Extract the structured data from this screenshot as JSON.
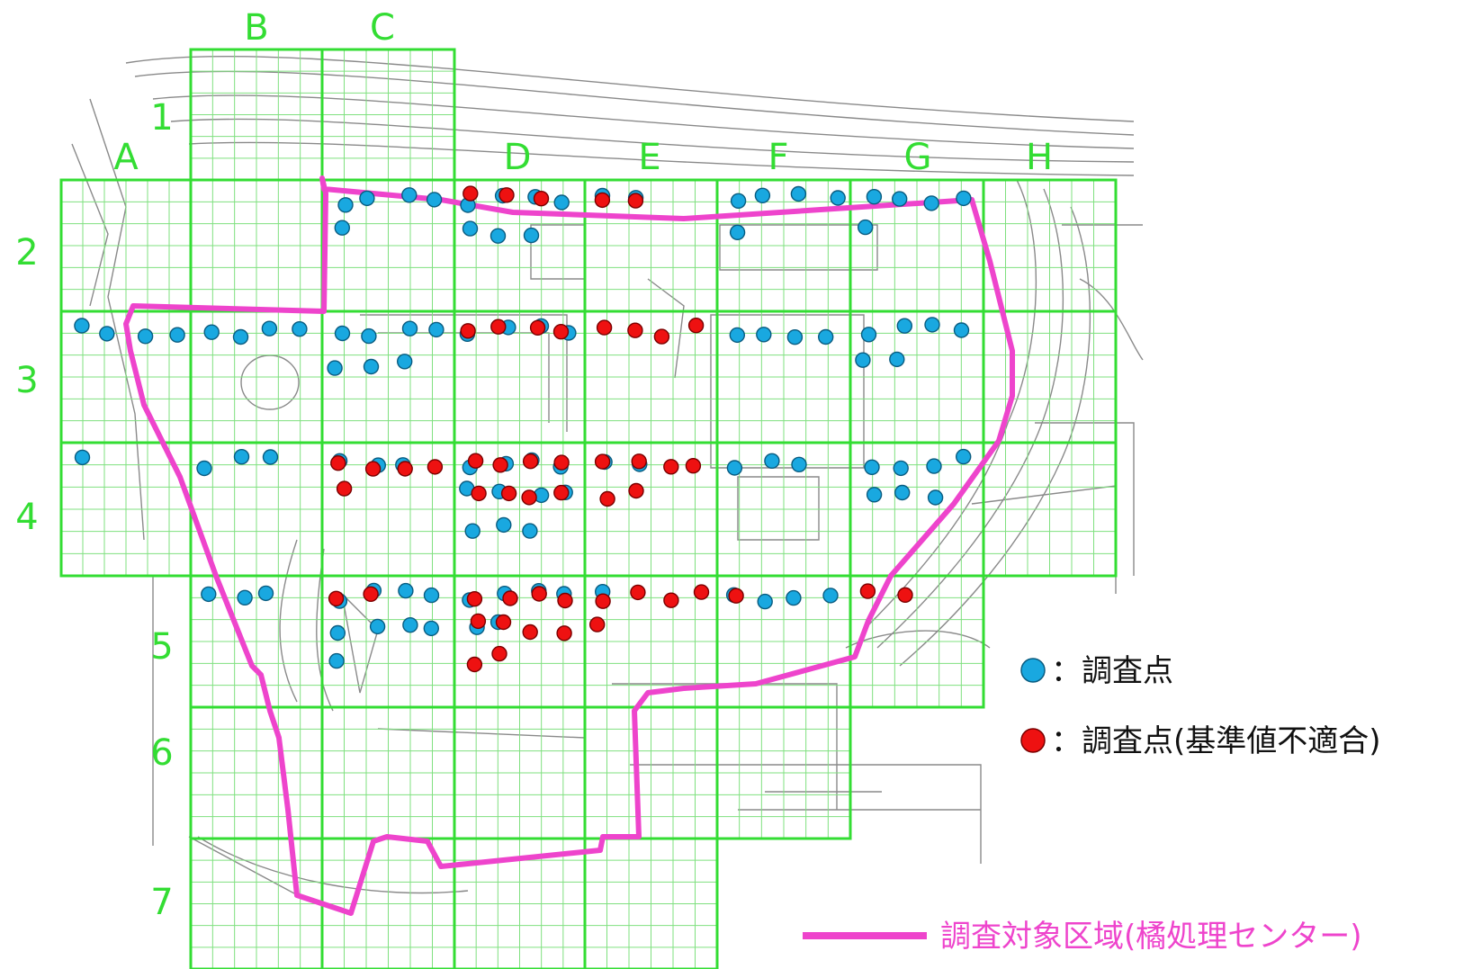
{
  "columns": [
    "A",
    "B",
    "C",
    "D",
    "E",
    "F",
    "G",
    "H"
  ],
  "rows": [
    "1",
    "2",
    "3",
    "4",
    "5",
    "6",
    "7"
  ],
  "legend": {
    "survey_point": "：調査点",
    "survey_point_noncompliant": "：調査点(基準値不適合)",
    "survey_area": "調査対象区域(橘処理センター)"
  },
  "colors": {
    "grid_major": "#33dd33",
    "grid_minor": "#7fe07f",
    "boundary": "#ee44cc",
    "survey_point": "#19a8e0",
    "noncompliant_point": "#ee1111",
    "basemap": "#8a8a8a"
  },
  "points": {
    "survey": [
      [
        "C",
        2
      ],
      [
        "C",
        2
      ],
      [
        "C",
        2
      ],
      [
        "C",
        2
      ],
      [
        "C",
        2
      ],
      [
        "D",
        2
      ],
      [
        "D",
        2
      ],
      [
        "D",
        2
      ],
      [
        "D",
        2
      ],
      [
        "D",
        2
      ],
      [
        "D",
        2
      ],
      [
        "D",
        2
      ],
      [
        "E",
        2
      ],
      [
        "E",
        2
      ],
      [
        "F",
        2
      ],
      [
        "F",
        2
      ],
      [
        "F",
        2
      ],
      [
        "F",
        2
      ],
      [
        "F",
        2
      ],
      [
        "G",
        2
      ],
      [
        "G",
        2
      ],
      [
        "G",
        2
      ],
      [
        "G",
        2
      ],
      [
        "G",
        2
      ],
      [
        "A",
        3
      ],
      [
        "A",
        3
      ],
      [
        "A",
        3
      ],
      [
        "A",
        3
      ],
      [
        "B",
        3
      ],
      [
        "B",
        3
      ],
      [
        "B",
        3
      ],
      [
        "B",
        3
      ],
      [
        "C",
        3
      ],
      [
        "C",
        3
      ],
      [
        "C",
        3
      ],
      [
        "C",
        3
      ],
      [
        "C",
        3
      ],
      [
        "C",
        3
      ],
      [
        "C",
        3
      ],
      [
        "D",
        3
      ],
      [
        "D",
        3
      ],
      [
        "D",
        3
      ],
      [
        "D",
        3
      ],
      [
        "F",
        3
      ],
      [
        "F",
        3
      ],
      [
        "F",
        3
      ],
      [
        "F",
        3
      ],
      [
        "G",
        3
      ],
      [
        "G",
        3
      ],
      [
        "G",
        3
      ],
      [
        "G",
        3
      ],
      [
        "G",
        3
      ],
      [
        "G",
        3
      ],
      [
        "A",
        4
      ],
      [
        "B",
        4
      ],
      [
        "B",
        4
      ],
      [
        "B",
        4
      ],
      [
        "C",
        4
      ],
      [
        "C",
        4
      ],
      [
        "C",
        4
      ],
      [
        "D",
        4
      ],
      [
        "D",
        4
      ],
      [
        "D",
        4
      ],
      [
        "D",
        4
      ],
      [
        "D",
        4
      ],
      [
        "D",
        4
      ],
      [
        "D",
        4
      ],
      [
        "D",
        4
      ],
      [
        "D",
        4
      ],
      [
        "D",
        4
      ],
      [
        "D",
        4
      ],
      [
        "E",
        4
      ],
      [
        "E",
        4
      ],
      [
        "F",
        4
      ],
      [
        "F",
        4
      ],
      [
        "F",
        4
      ],
      [
        "G",
        4
      ],
      [
        "G",
        4
      ],
      [
        "G",
        4
      ],
      [
        "G",
        4
      ],
      [
        "G",
        4
      ],
      [
        "G",
        4
      ],
      [
        "G",
        4
      ],
      [
        "B",
        5
      ],
      [
        "B",
        5
      ],
      [
        "B",
        5
      ],
      [
        "C",
        5
      ],
      [
        "C",
        5
      ],
      [
        "C",
        5
      ],
      [
        "C",
        5
      ],
      [
        "C",
        5
      ],
      [
        "C",
        5
      ],
      [
        "C",
        5
      ],
      [
        "C",
        5
      ],
      [
        "C",
        5
      ],
      [
        "D",
        5
      ],
      [
        "D",
        5
      ],
      [
        "D",
        5
      ],
      [
        "D",
        5
      ],
      [
        "D",
        5
      ],
      [
        "D",
        5
      ],
      [
        "E",
        5
      ],
      [
        "F",
        5
      ],
      [
        "F",
        5
      ],
      [
        "F",
        5
      ],
      [
        "F",
        5
      ]
    ],
    "noncompliant": [
      [
        "D",
        2
      ],
      [
        "D",
        2
      ],
      [
        "D",
        2
      ],
      [
        "E",
        2
      ],
      [
        "E",
        2
      ],
      [
        "D",
        3
      ],
      [
        "D",
        3
      ],
      [
        "D",
        3
      ],
      [
        "D",
        3
      ],
      [
        "E",
        3
      ],
      [
        "E",
        3
      ],
      [
        "E",
        3
      ],
      [
        "E",
        3
      ],
      [
        "C",
        4
      ],
      [
        "C",
        4
      ],
      [
        "C",
        4
      ],
      [
        "C",
        4
      ],
      [
        "C",
        4
      ],
      [
        "D",
        4
      ],
      [
        "D",
        4
      ],
      [
        "D",
        4
      ],
      [
        "D",
        4
      ],
      [
        "D",
        4
      ],
      [
        "D",
        4
      ],
      [
        "D",
        4
      ],
      [
        "D",
        4
      ],
      [
        "E",
        4
      ],
      [
        "E",
        4
      ],
      [
        "E",
        4
      ],
      [
        "E",
        4
      ],
      [
        "E",
        4
      ],
      [
        "E",
        4
      ],
      [
        "C",
        5
      ],
      [
        "C",
        5
      ],
      [
        "D",
        5
      ],
      [
        "D",
        5
      ],
      [
        "D",
        5
      ],
      [
        "D",
        5
      ],
      [
        "D",
        5
      ],
      [
        "D",
        5
      ],
      [
        "D",
        5
      ],
      [
        "D",
        5
      ],
      [
        "D",
        5
      ],
      [
        "D",
        5
      ],
      [
        "E",
        5
      ],
      [
        "E",
        5
      ],
      [
        "E",
        5
      ],
      [
        "E",
        5
      ],
      [
        "E",
        5
      ],
      [
        "F",
        5
      ],
      [
        "G",
        5
      ],
      [
        "G",
        5
      ]
    ]
  }
}
